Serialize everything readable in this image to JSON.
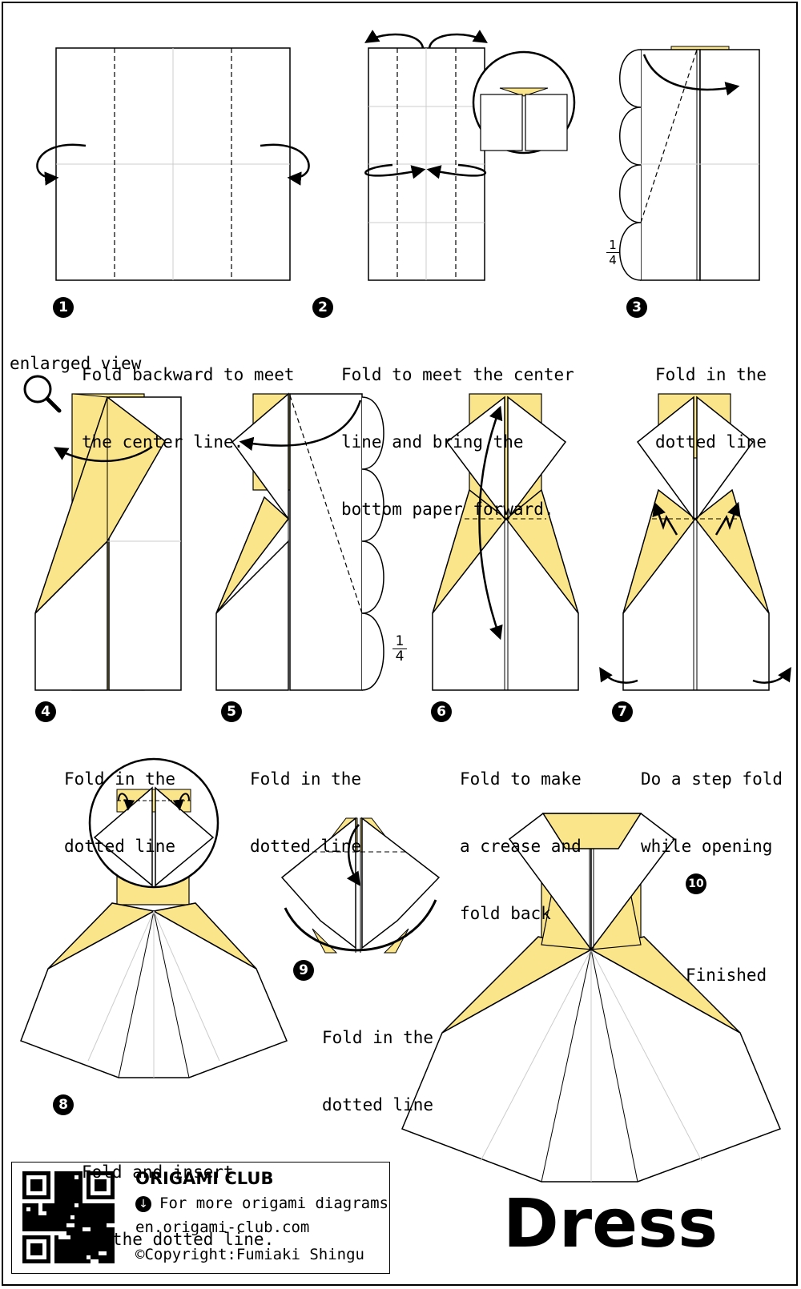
{
  "title": "Dress",
  "colors": {
    "paper_back": "#fbe58a",
    "paper_front": "#ffffff",
    "line": "#000000"
  },
  "steps": [
    {
      "number": "1",
      "lines": [
        "Fold backward to meet",
        "the center line."
      ]
    },
    {
      "number": "2",
      "lines": [
        "Fold to meet the center",
        "line and bring the",
        "bottom paper forward."
      ]
    },
    {
      "number": "3",
      "lines": [
        "Fold in the",
        "dotted line"
      ]
    },
    {
      "number": "4",
      "lines": [
        "Fold in the",
        "dotted line"
      ]
    },
    {
      "number": "5",
      "lines": [
        "Fold in the",
        "dotted line"
      ]
    },
    {
      "number": "6",
      "lines": [
        "Fold to make",
        "a crease and",
        "fold back"
      ]
    },
    {
      "number": "7",
      "lines": [
        "Do a step fold",
        "while opening"
      ]
    },
    {
      "number": "8",
      "lines": [
        "Fold and insert",
        "at the dotted line."
      ]
    },
    {
      "number": "9",
      "lines": [
        "Fold in the",
        "dotted line"
      ]
    },
    {
      "number": "10",
      "lines": [
        "Finished"
      ]
    }
  ],
  "enlarged_view_label": "enlarged view",
  "fraction": {
    "numerator": "1",
    "denominator": "4"
  },
  "club": {
    "name": "ORIGAMI CLUB",
    "download_icon": "arrow-down-circle-icon",
    "more_text": "For more origami diagrams",
    "url": "en.origami-club.com",
    "copyright": "©Copyright:Fumiaki Shingu"
  }
}
